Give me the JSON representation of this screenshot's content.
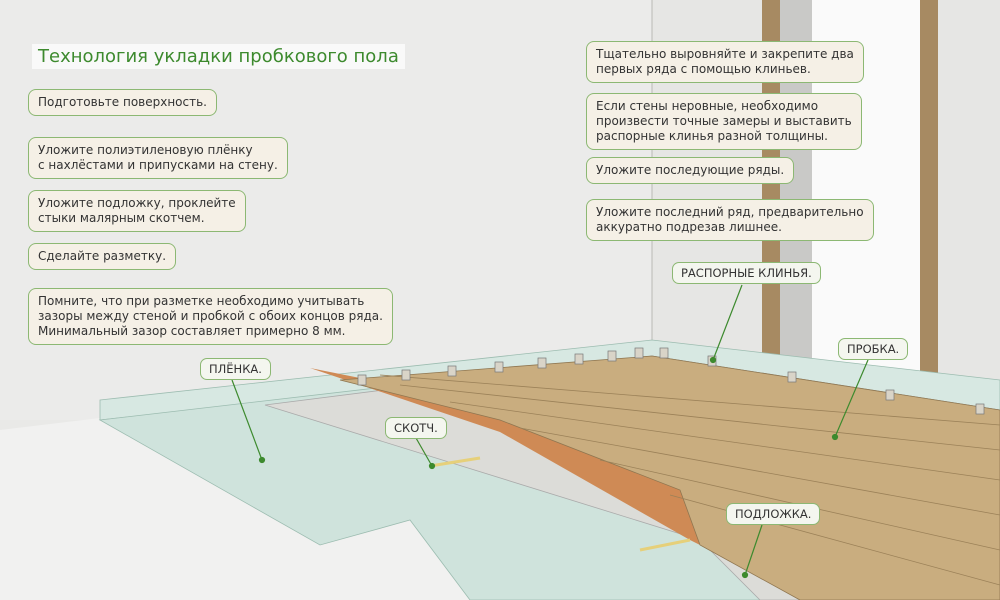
{
  "title": "Технология укладки пробкового пола",
  "left_steps": [
    "Подготовьте поверхность.",
    "Уложите полиэтиленовую плёнку\nс нахлёстами и припусками на стену.",
    "Уложите подложку, проклейте\nстыки малярным скотчем.",
    "Сделайте разметку.",
    "Помните, что при разметке необходимо учитывать\nзазоры между стеной и пробкой с обоих концов ряда.\nМинимальный зазор составляет примерно 8 мм."
  ],
  "right_steps": [
    "Тщательно выровняйте и закрепите два\nпервых ряда с помощью клиньев.",
    "Если стены неровные, необходимо\nпроизвести точные замеры и выставить\nраспорные клинья разной толщины.",
    "Уложите последующие ряды.",
    "Уложите последний ряд, предварительно\nаккуратно подрезав лишнее."
  ],
  "labels": {
    "film": "ПЛЁНКА.",
    "tape": "СКОТЧ.",
    "wedges": "РАСПОРНЫЕ КЛИНЬЯ.",
    "cork": "ПРОБКА.",
    "underlay": "ПОДЛОЖКА."
  },
  "colors": {
    "accent": "#3d8a2e",
    "border": "#8cb873",
    "cork": "#c9ad7f",
    "underlay": "#cf8a55",
    "film": "#cfe3dc"
  }
}
